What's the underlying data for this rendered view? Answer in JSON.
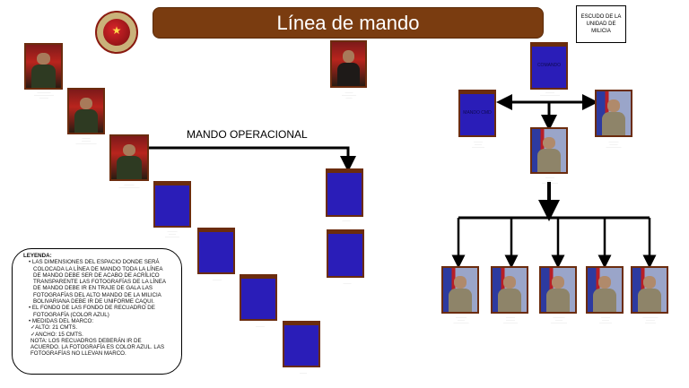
{
  "title": "Línea de mando",
  "escudo_box": "ESCUDO DE LA UNIDAD DE MILICIA",
  "mando_operacional": "MANDO OPERACIONAL",
  "org_chart_labels": {
    "left_box": "MANDO CMD",
    "top_box": "COMANDO"
  },
  "legend": {
    "title": "LEYENDA:",
    "items": [
      "LAS DIMENSIONES DEL ESPACIO DONDE SERÁ COLOCADA LA LÍNEA DE MANDO TODA LA LÍNEA DE MANDO DEBE SER DE ACABO DE ACRÍLICO TRANSPARENTE LAS FOTOGRAFÍAS DE LA LÍNEA DE MANDO DEBE IR EN TRAJE DE GALA LAS FOTOGRAFÍAS DEL ALTO MANDO DE LA MILICIA BOLIVARIANA DEBE IR DE UNIFORME CAQUI.",
      "EL FONDO DE LAS FONDO DE RECUADRO DE FOTOGRAFÍA (COLOR AZUL)",
      "MEDIDAS DEL MARCO:"
    ],
    "measures": [
      "✓ALTO: 21 CMTS.",
      "✓ANCHO: 15 CMTS."
    ],
    "note": "NOTA: LOS RECUADROS DEBERÁN IR DE ACUERDO. LA FOTOGRAFÍA ES COLOR AZUL. LAS FOTOGRAFÍAS NO LLEVAN MARCO."
  },
  "colors": {
    "title_bar": "#7a3c10",
    "frame": "#6b2c0e",
    "blue_box": "#2a1db8"
  }
}
